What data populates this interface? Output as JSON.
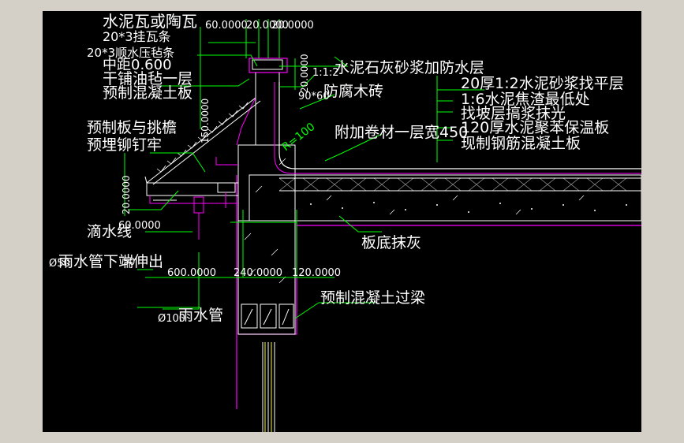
{
  "labels": {
    "l1": "水泥瓦或陶瓦",
    "l2": "20*3挂瓦条",
    "l3": "20*3顺水压毡条",
    "l4": "中距0.600",
    "l5": "干铺油毡一层",
    "l6": "预制混凝土板",
    "l7": "预制板与挑檐",
    "l8": "预埋铆钉牢",
    "l9": "滴水线",
    "l10": "雨水管下端伸出",
    "l11": "雨水管",
    "l12": "水泥石灰砂浆加防水层",
    "l13": "1:1:2",
    "l14": "防腐木砖",
    "l15": "90*60",
    "l16": "附加卷材一层宽450",
    "l17": "20厚1:2水泥砂浆找平层",
    "l18": "1:6水泥焦渣最低处",
    "l19": "找坡层搞浆抹光",
    "l20": "120厚水泥聚苯保温板",
    "l21": "现制钢筋混凝土板",
    "l22": "板底抹灰",
    "l23": "预制混凝土过梁",
    "l24": "R=100",
    "l25": "Ø50",
    "l26": "Ø100"
  },
  "dims": {
    "d1": "60.0000",
    "d2": "20.0000",
    "d3": "20.0000",
    "d4": "20.0000",
    "d5": "20.0000",
    "d6": "150.0000",
    "d7": "60.0000",
    "d8": "600.0000",
    "d9": "240.0000",
    "d10": "120.0000",
    "d11": "50"
  },
  "colors": {
    "background": "#000000",
    "frame": "#d4d0c8",
    "text": "#ffffff",
    "leader": "#00ff00",
    "outline": "#ff00ff",
    "structure": "#ffffff",
    "hatch": "#c0c0c0",
    "dimension": "#00ff00",
    "radius_label": "#00ff00"
  }
}
